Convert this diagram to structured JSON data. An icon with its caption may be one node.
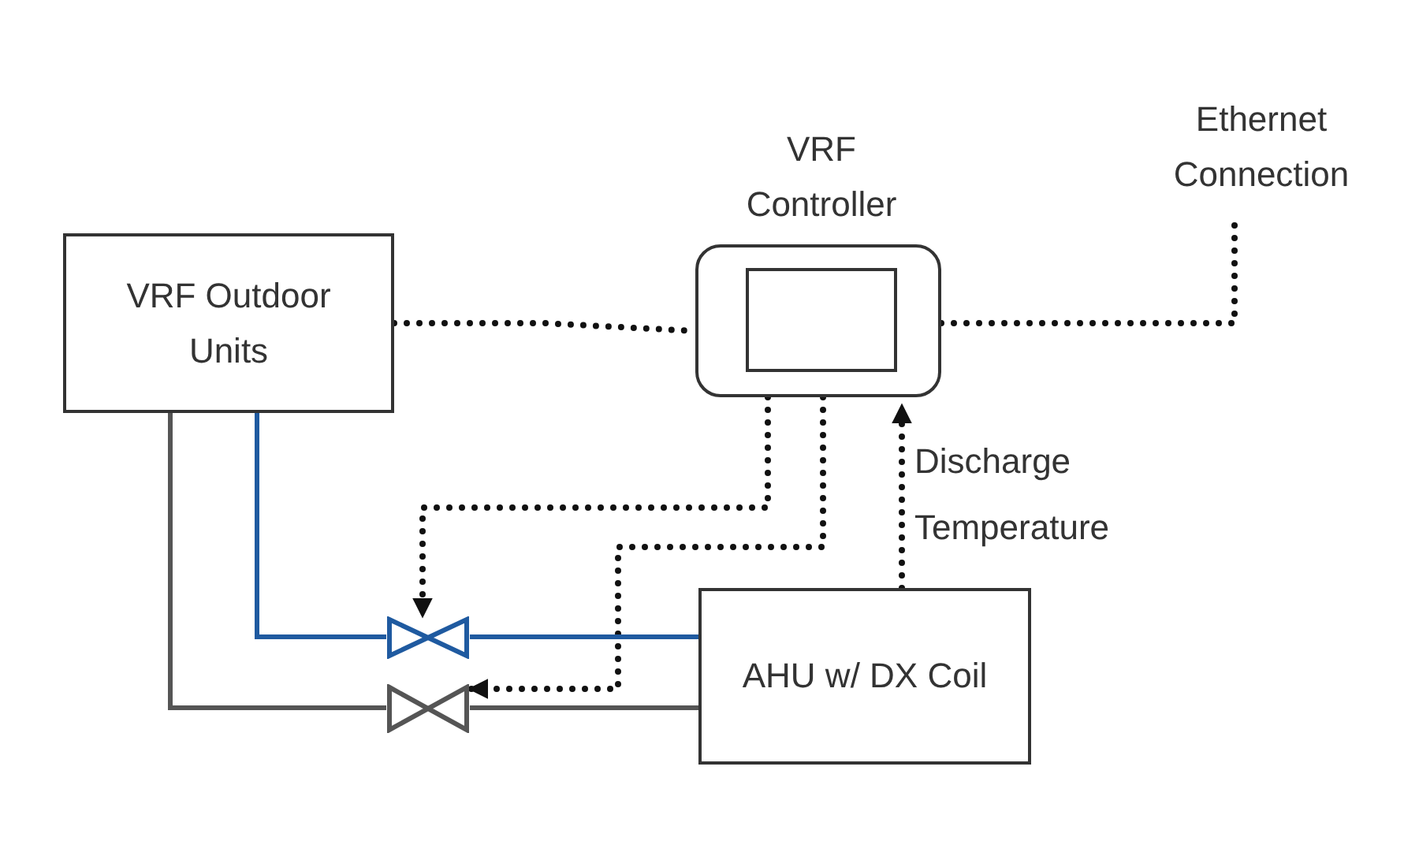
{
  "diagram": {
    "nodes": [
      {
        "text": [
          "VRF Outdoor Units"
        ]
      },
      {
        "text": [
          "VRF Controller"
        ]
      },
      {
        "text": [
          "Ethernet Connection"
        ]
      },
      {
        "text": [
          "AHU w/ DX Coil"
        ]
      },
      {
        "text": [],
        "shape": "valve"
      },
      {
        "text": [],
        "shape": "valve"
      }
    ],
    "edges": [
      {
        "from": 0,
        "to": 1,
        "arrow": "none",
        "style": "dashed"
      },
      {
        "from": 1,
        "to": 2,
        "arrow": "none",
        "style": "dashed"
      },
      {
        "from": 1,
        "to": 4,
        "arrow": "to",
        "style": "dashed"
      },
      {
        "from": 1,
        "to": 5,
        "arrow": "to",
        "style": "dashed"
      },
      {
        "from": 3,
        "to": 1,
        "arrow": "to",
        "style": "dashed",
        "label": "Discharge Temperature"
      },
      {
        "from": 0,
        "to": 4,
        "arrow": "none",
        "color": "#1f5aa0"
      },
      {
        "from": 4,
        "to": 3,
        "arrow": "none",
        "color": "#1f5aa0"
      },
      {
        "from": 0,
        "to": 5,
        "arrow": "none",
        "color": "#555555"
      },
      {
        "from": 5,
        "to": 3,
        "arrow": "none",
        "color": "#555555"
      }
    ]
  }
}
